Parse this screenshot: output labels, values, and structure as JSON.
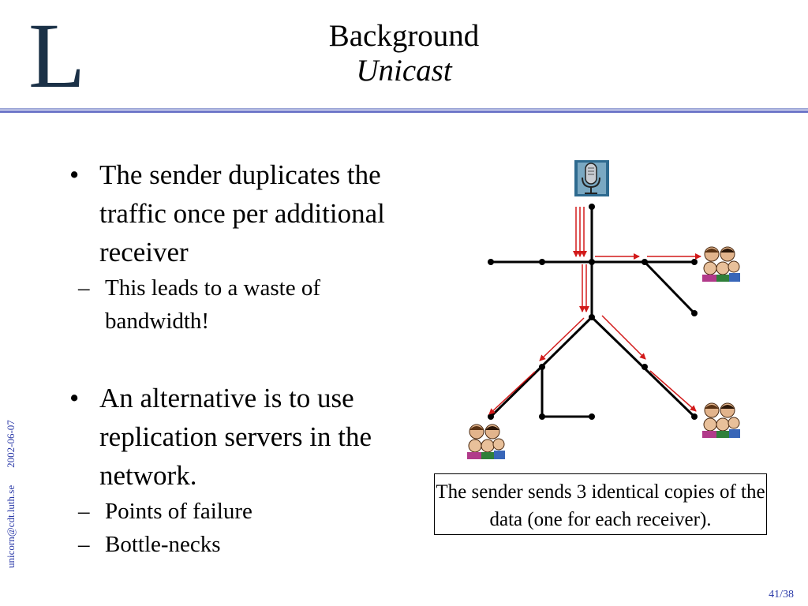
{
  "slide": {
    "title": "Background",
    "subtitle": "Unicast",
    "logo_letter": "L",
    "page_number": "41/38",
    "side_email": "unicorn@cdt.luth.se",
    "side_date": "2002-06-07"
  },
  "bullets": [
    {
      "text": "The sender duplicates the traffic once per additional receiver",
      "subs": [
        "This leads to a waste of bandwidth!"
      ]
    },
    {
      "text": "An alternative is to use replication servers in the network.",
      "subs": [
        "Points of failure",
        "Bottle-necks"
      ]
    }
  ],
  "diagram": {
    "caption": "The sender sends 3 identical copies of the data (one for each receiver).",
    "icons": [
      "microphone-icon",
      "receiver-group-icon"
    ],
    "colors": {
      "link": "#000000",
      "arrow": "#d21a1a",
      "logo": "#1b3147"
    }
  }
}
